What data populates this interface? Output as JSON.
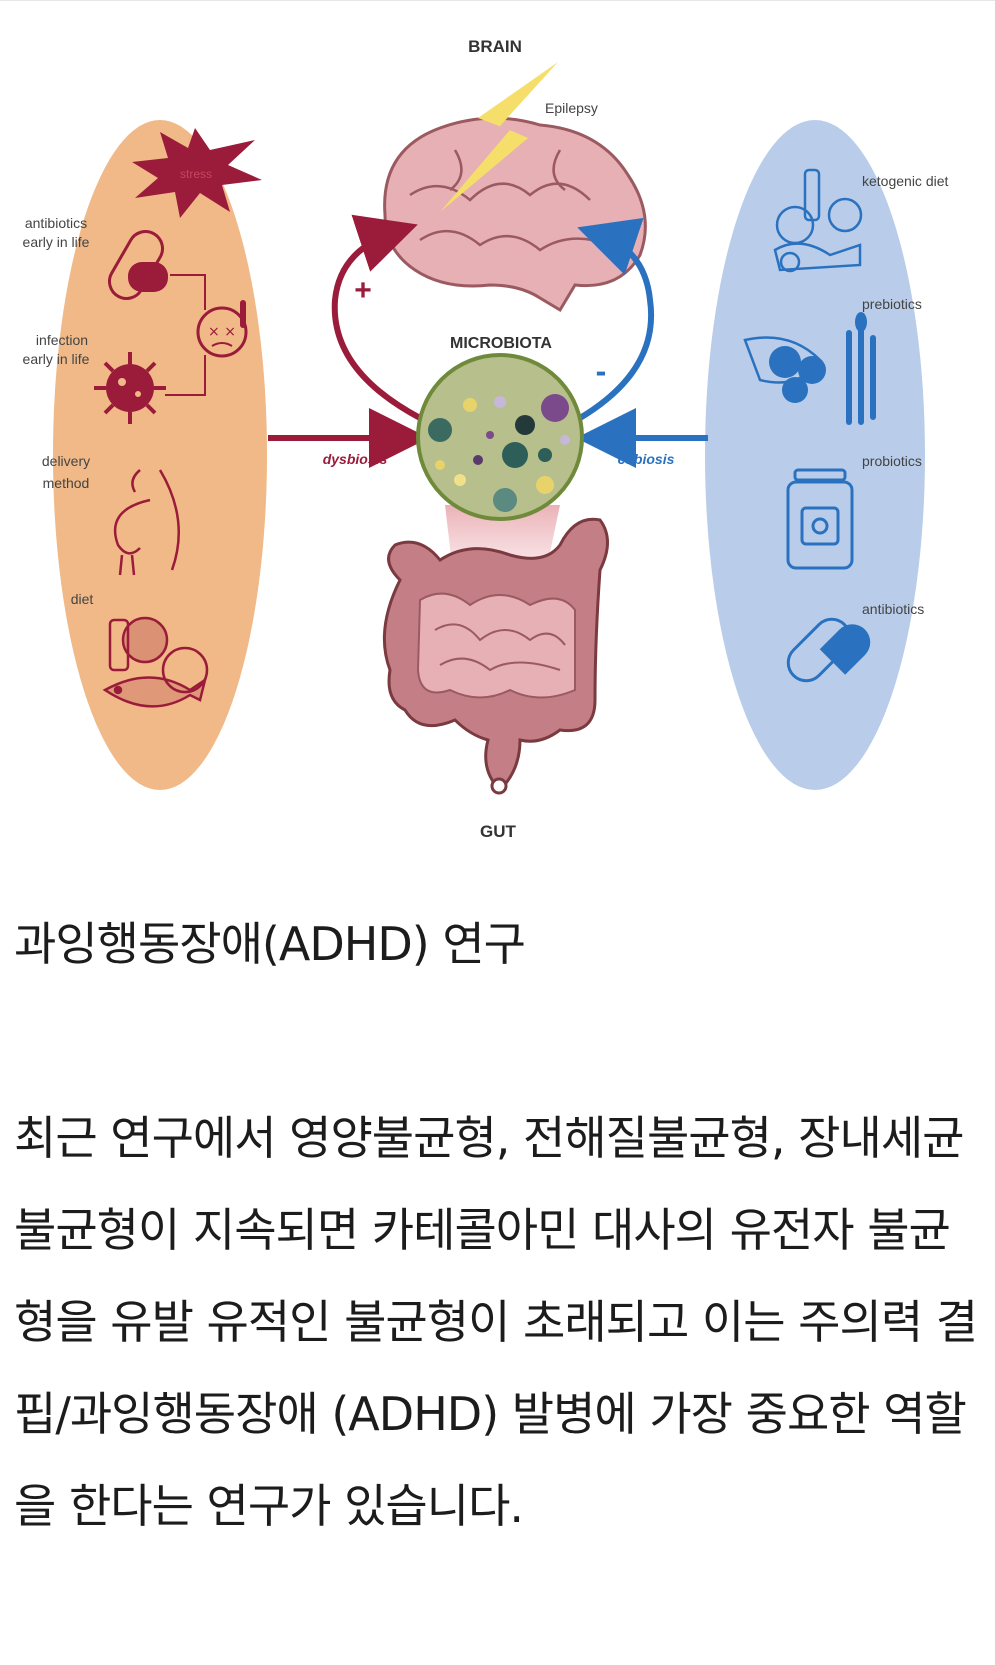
{
  "diagram": {
    "brain_label": "BRAIN",
    "epilepsy_label": "Epilepsy",
    "microbiota_label": "MICROBIOTA",
    "gut_label": "GUT",
    "plus_sign": "+",
    "minus_sign": "-",
    "dysbiosis_label": "dysbiosis",
    "eubiosis_label": "eubiosis",
    "left_factors": {
      "stress": "stress",
      "antibiotics_line1": "antibiotics",
      "antibiotics_line2": "early in life",
      "infection_line1": "infection",
      "infection_line2": "early in life",
      "delivery_line1": "delivery",
      "delivery_line2": "method",
      "diet": "diet"
    },
    "right_factors": {
      "ketogenic": "ketogenic diet",
      "prebiotics": "prebiotics",
      "probiotics": "probiotics",
      "antibiotics": "antibiotics"
    },
    "colors": {
      "left_oval": "#f0b987",
      "right_oval": "#b9cdea",
      "dysbiosis_red": "#9a1b3a",
      "eubiosis_blue": "#2a72c0",
      "brain_pink": "#e6b0b4",
      "gut_pink": "#c47f86"
    }
  },
  "article": {
    "heading": "과잉행동장애(ADHD) 연구",
    "paragraph": "최근 연구에서 영양불균형, 전해질불균형, 장내세균 불균형이 지속되면 카테콜아민 대사의 유전자 불균형을 유발 유적인 불균형이 초래되고 이는 주의력 결핍/과잉행동장애 (ADHD) 발병에 가장 중요한 역할을 한다는 연구가 있습니다."
  }
}
